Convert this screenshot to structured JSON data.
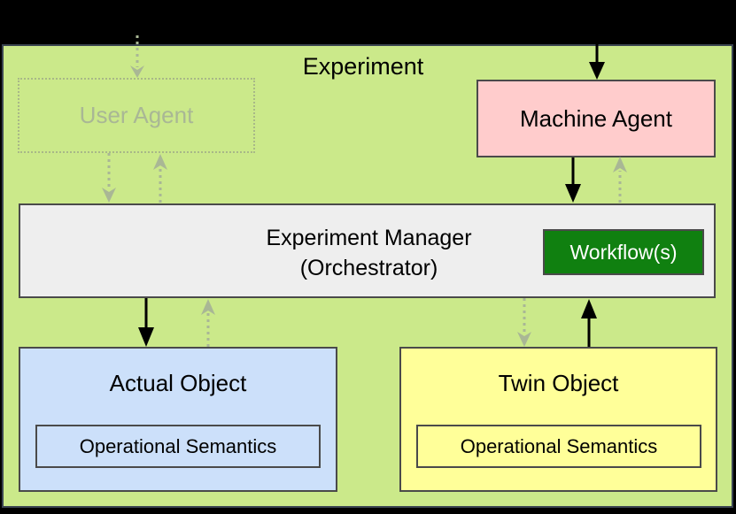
{
  "diagram": {
    "title": "Experiment",
    "background_color": "#cbe98a",
    "canvas_background": "#000000",
    "nodes": {
      "user_agent": {
        "label": "User Agent",
        "style": "dotted faded",
        "fill": "#cbe98a",
        "text_color": "#a9b795"
      },
      "machine_agent": {
        "label": "Machine Agent",
        "fill": "#ffcccc",
        "text_color": "#000000"
      },
      "experiment_manager": {
        "line1": "Experiment Manager",
        "line2": "(Orchestrator)",
        "fill": "#eeeeee",
        "text_color": "#000000",
        "workflow": {
          "label": "Workflow(s)",
          "fill": "#108010",
          "text_color": "#ffffff"
        }
      },
      "actual_object": {
        "title": "Actual Object",
        "fill": "#cce0fa",
        "inner_label": "Operational Semantics"
      },
      "twin_object": {
        "title": "Twin Object",
        "fill": "#ffff99",
        "inner_label": "Operational Semantics"
      }
    },
    "connectors": [
      {
        "name": "external-to-user-agent",
        "style": "dotted",
        "color": "#a9b795",
        "direction": "down"
      },
      {
        "name": "external-to-machine-agent",
        "style": "solid",
        "color": "#000000",
        "direction": "down"
      },
      {
        "name": "user-agent-to-experiment-manager",
        "style": "dotted",
        "color": "#a9b795",
        "direction": "down"
      },
      {
        "name": "experiment-manager-to-user-agent",
        "style": "dotted",
        "color": "#a9b795",
        "direction": "up"
      },
      {
        "name": "machine-agent-to-experiment-manager",
        "style": "solid",
        "color": "#000000",
        "direction": "down"
      },
      {
        "name": "experiment-manager-to-machine-agent",
        "style": "dotted",
        "color": "#a9b795",
        "direction": "up"
      },
      {
        "name": "experiment-manager-to-actual-object",
        "style": "solid",
        "color": "#000000",
        "direction": "down"
      },
      {
        "name": "actual-object-to-experiment-manager",
        "style": "dotted",
        "color": "#a9b795",
        "direction": "up"
      },
      {
        "name": "experiment-manager-to-twin-object",
        "style": "dotted",
        "color": "#a9b795",
        "direction": "down"
      },
      {
        "name": "twin-object-to-experiment-manager",
        "style": "solid",
        "color": "#000000",
        "direction": "up"
      }
    ]
  }
}
